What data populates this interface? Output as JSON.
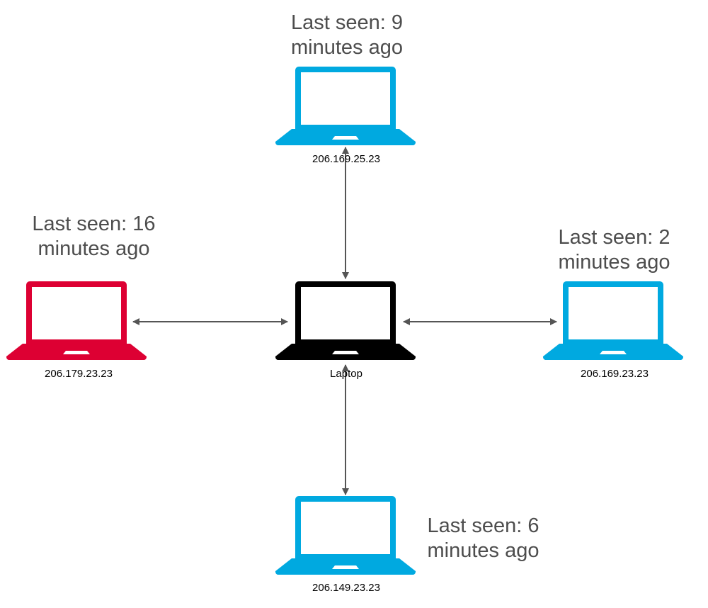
{
  "colors": {
    "online": "#00a9e0",
    "offline": "#dd0033",
    "center": "#000000",
    "connector": "#555555",
    "status_text": "#4d4d4d"
  },
  "center": {
    "label": "Laptop",
    "icon": "laptop-icon"
  },
  "nodes": {
    "top": {
      "icon": "laptop-icon",
      "ip": "206.169.25.23",
      "status": "Last seen: 9\nminutes ago",
      "state": "online"
    },
    "left": {
      "icon": "laptop-icon",
      "ip": "206.179.23.23",
      "status": "Last seen: 16\nminutes ago",
      "state": "offline"
    },
    "right": {
      "icon": "laptop-icon",
      "ip": "206.169.23.23",
      "status": "Last seen: 2\nminutes ago",
      "state": "online"
    },
    "bottom": {
      "icon": "laptop-icon",
      "ip": "206.149.23.23",
      "status": "Last seen: 6\nminutes ago",
      "state": "online"
    }
  }
}
